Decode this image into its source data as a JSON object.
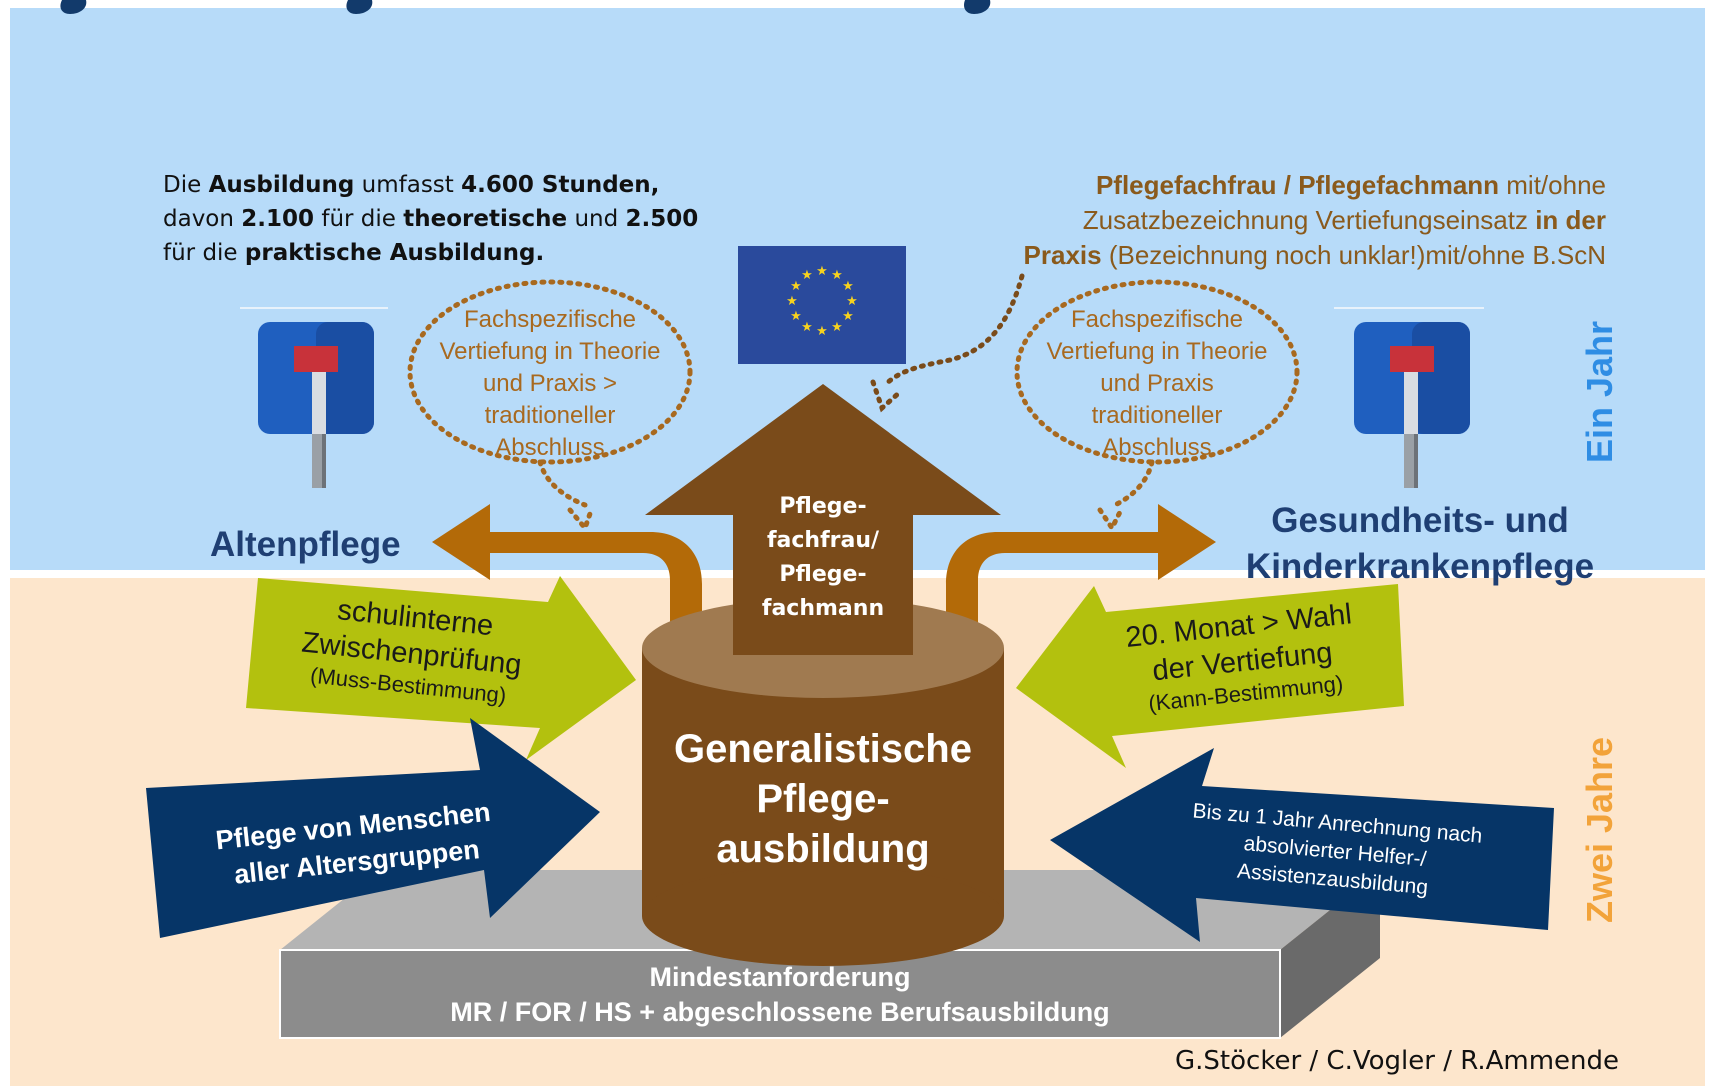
{
  "intro": {
    "p1": "Die ",
    "b1": "Ausbildung",
    "p2": " umfasst ",
    "b2": "4.600 Stunden,",
    "p3": "davon ",
    "b3": "2.100",
    "p4": " für die ",
    "b4": "theoretische",
    "p5": " und ",
    "b5": "2.500",
    "p6": "für die ",
    "b6": "praktische Ausbildung."
  },
  "result": {
    "b1": "Pflegefachfrau / Pflegefachmann",
    "p1": " mit/ohne",
    "p2": "Zusatzbezeichnung Vertiefungseinsatz ",
    "b2": "in der",
    "b3": "Praxis",
    "p3": " (Bezeichnung noch unklar!)mit/ohne B.ScN"
  },
  "bubbles": {
    "left": [
      "Fachspezifische",
      "Vertiefung in Theorie",
      "und Praxis >",
      "traditioneller",
      "Abschluss"
    ],
    "right": [
      "Fachspezifische",
      "Vertiefung in Theorie",
      "und Praxis",
      "traditioneller",
      "Abschluss"
    ]
  },
  "up_arrow": [
    "Pflege-",
    "fachfrau/",
    "Pflege-",
    "fachmann"
  ],
  "left_branch": "Altenpflege",
  "right_branch": [
    "Gesundheits- und",
    "Kinderkrankenpflege"
  ],
  "green_left": {
    "l1": "schulinterne",
    "l2": "Zwischenprüfung",
    "l3": "(Muss-Bestimmung)"
  },
  "green_right": {
    "l1": "20. Monat > Wahl",
    "l2": "der Vertiefung",
    "l3": "(Kann-Bestimmung)"
  },
  "blue_left": [
    "Pflege von Menschen",
    "aller Altersgruppen"
  ],
  "blue_right": [
    "Bis zu 1 Jahr Anrechnung nach",
    "absolvierter Helfer-/",
    "Assistenzausbildung"
  ],
  "cylinder": [
    "Generalistische",
    "Pflege-",
    "ausbildung"
  ],
  "base": [
    "Mindestanforderung",
    "MR / FOR / HS + abgeschlossene Berufsausbildung"
  ],
  "phase_top": "Ein Jahr",
  "phase_bottom": "Zwei Jahre",
  "credit": "G.Stöcker / C.Vogler / R.Ammende",
  "colors": {
    "sky": "#b7dbf9",
    "sand": "#fde6cc",
    "brown": "#7a4b1a",
    "orange_arrow": "#b36a08",
    "green": "#b3c10e",
    "navy": "#063567",
    "blue_text": "#2f8de4",
    "orange_text": "#f2a33a",
    "eu_blue": "#2a4a9c",
    "eu_star": "#f7d21e"
  }
}
